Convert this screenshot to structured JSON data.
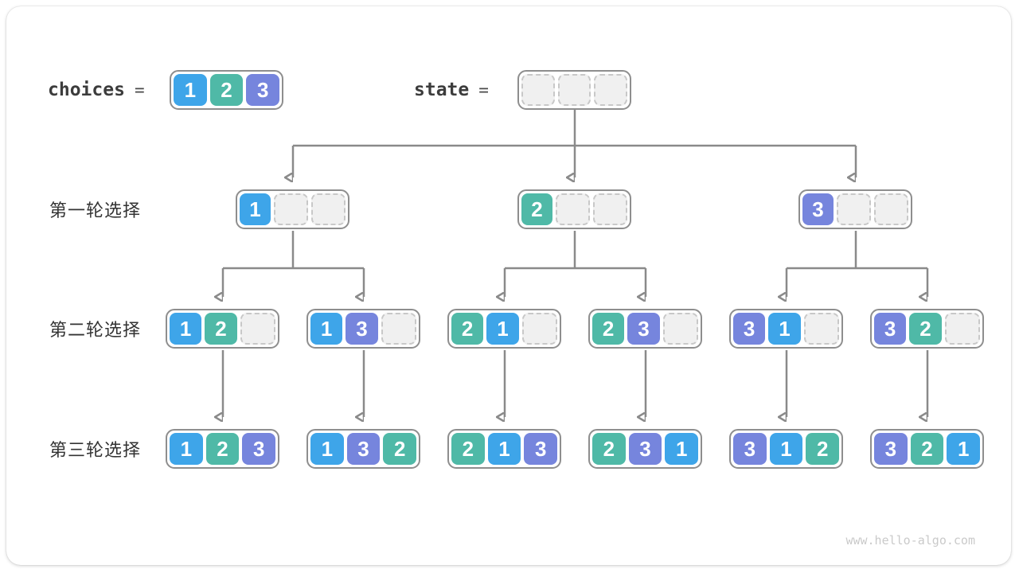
{
  "colors": {
    "1": "#3EA5E9",
    "2": "#4FB9A7",
    "3": "#7685DD",
    "arrow": "#8A8A8A",
    "box_border": "#8E8E8E",
    "empty_fill": "#F0F0F0",
    "empty_border": "#C8C8C8"
  },
  "header": {
    "choices_label": "choices",
    "choices_equals": "=",
    "choices_cells": [
      "1",
      "2",
      "3"
    ],
    "state_label": "state",
    "state_equals": "=",
    "state_cells": [
      "",
      "",
      ""
    ]
  },
  "rows": [
    {
      "label": "第一轮选择",
      "boxes": [
        [
          "1",
          "",
          ""
        ],
        [
          "2",
          "",
          ""
        ],
        [
          "3",
          "",
          ""
        ]
      ]
    },
    {
      "label": "第二轮选择",
      "boxes": [
        [
          "1",
          "2",
          ""
        ],
        [
          "1",
          "3",
          ""
        ],
        [
          "2",
          "1",
          ""
        ],
        [
          "2",
          "3",
          ""
        ],
        [
          "3",
          "1",
          ""
        ],
        [
          "3",
          "2",
          ""
        ]
      ]
    },
    {
      "label": "第三轮选择",
      "boxes": [
        [
          "1",
          "2",
          "3"
        ],
        [
          "1",
          "3",
          "2"
        ],
        [
          "2",
          "1",
          "3"
        ],
        [
          "2",
          "3",
          "1"
        ],
        [
          "3",
          "1",
          "2"
        ],
        [
          "3",
          "2",
          "1"
        ]
      ]
    }
  ],
  "watermark": "www.hello-algo.com"
}
